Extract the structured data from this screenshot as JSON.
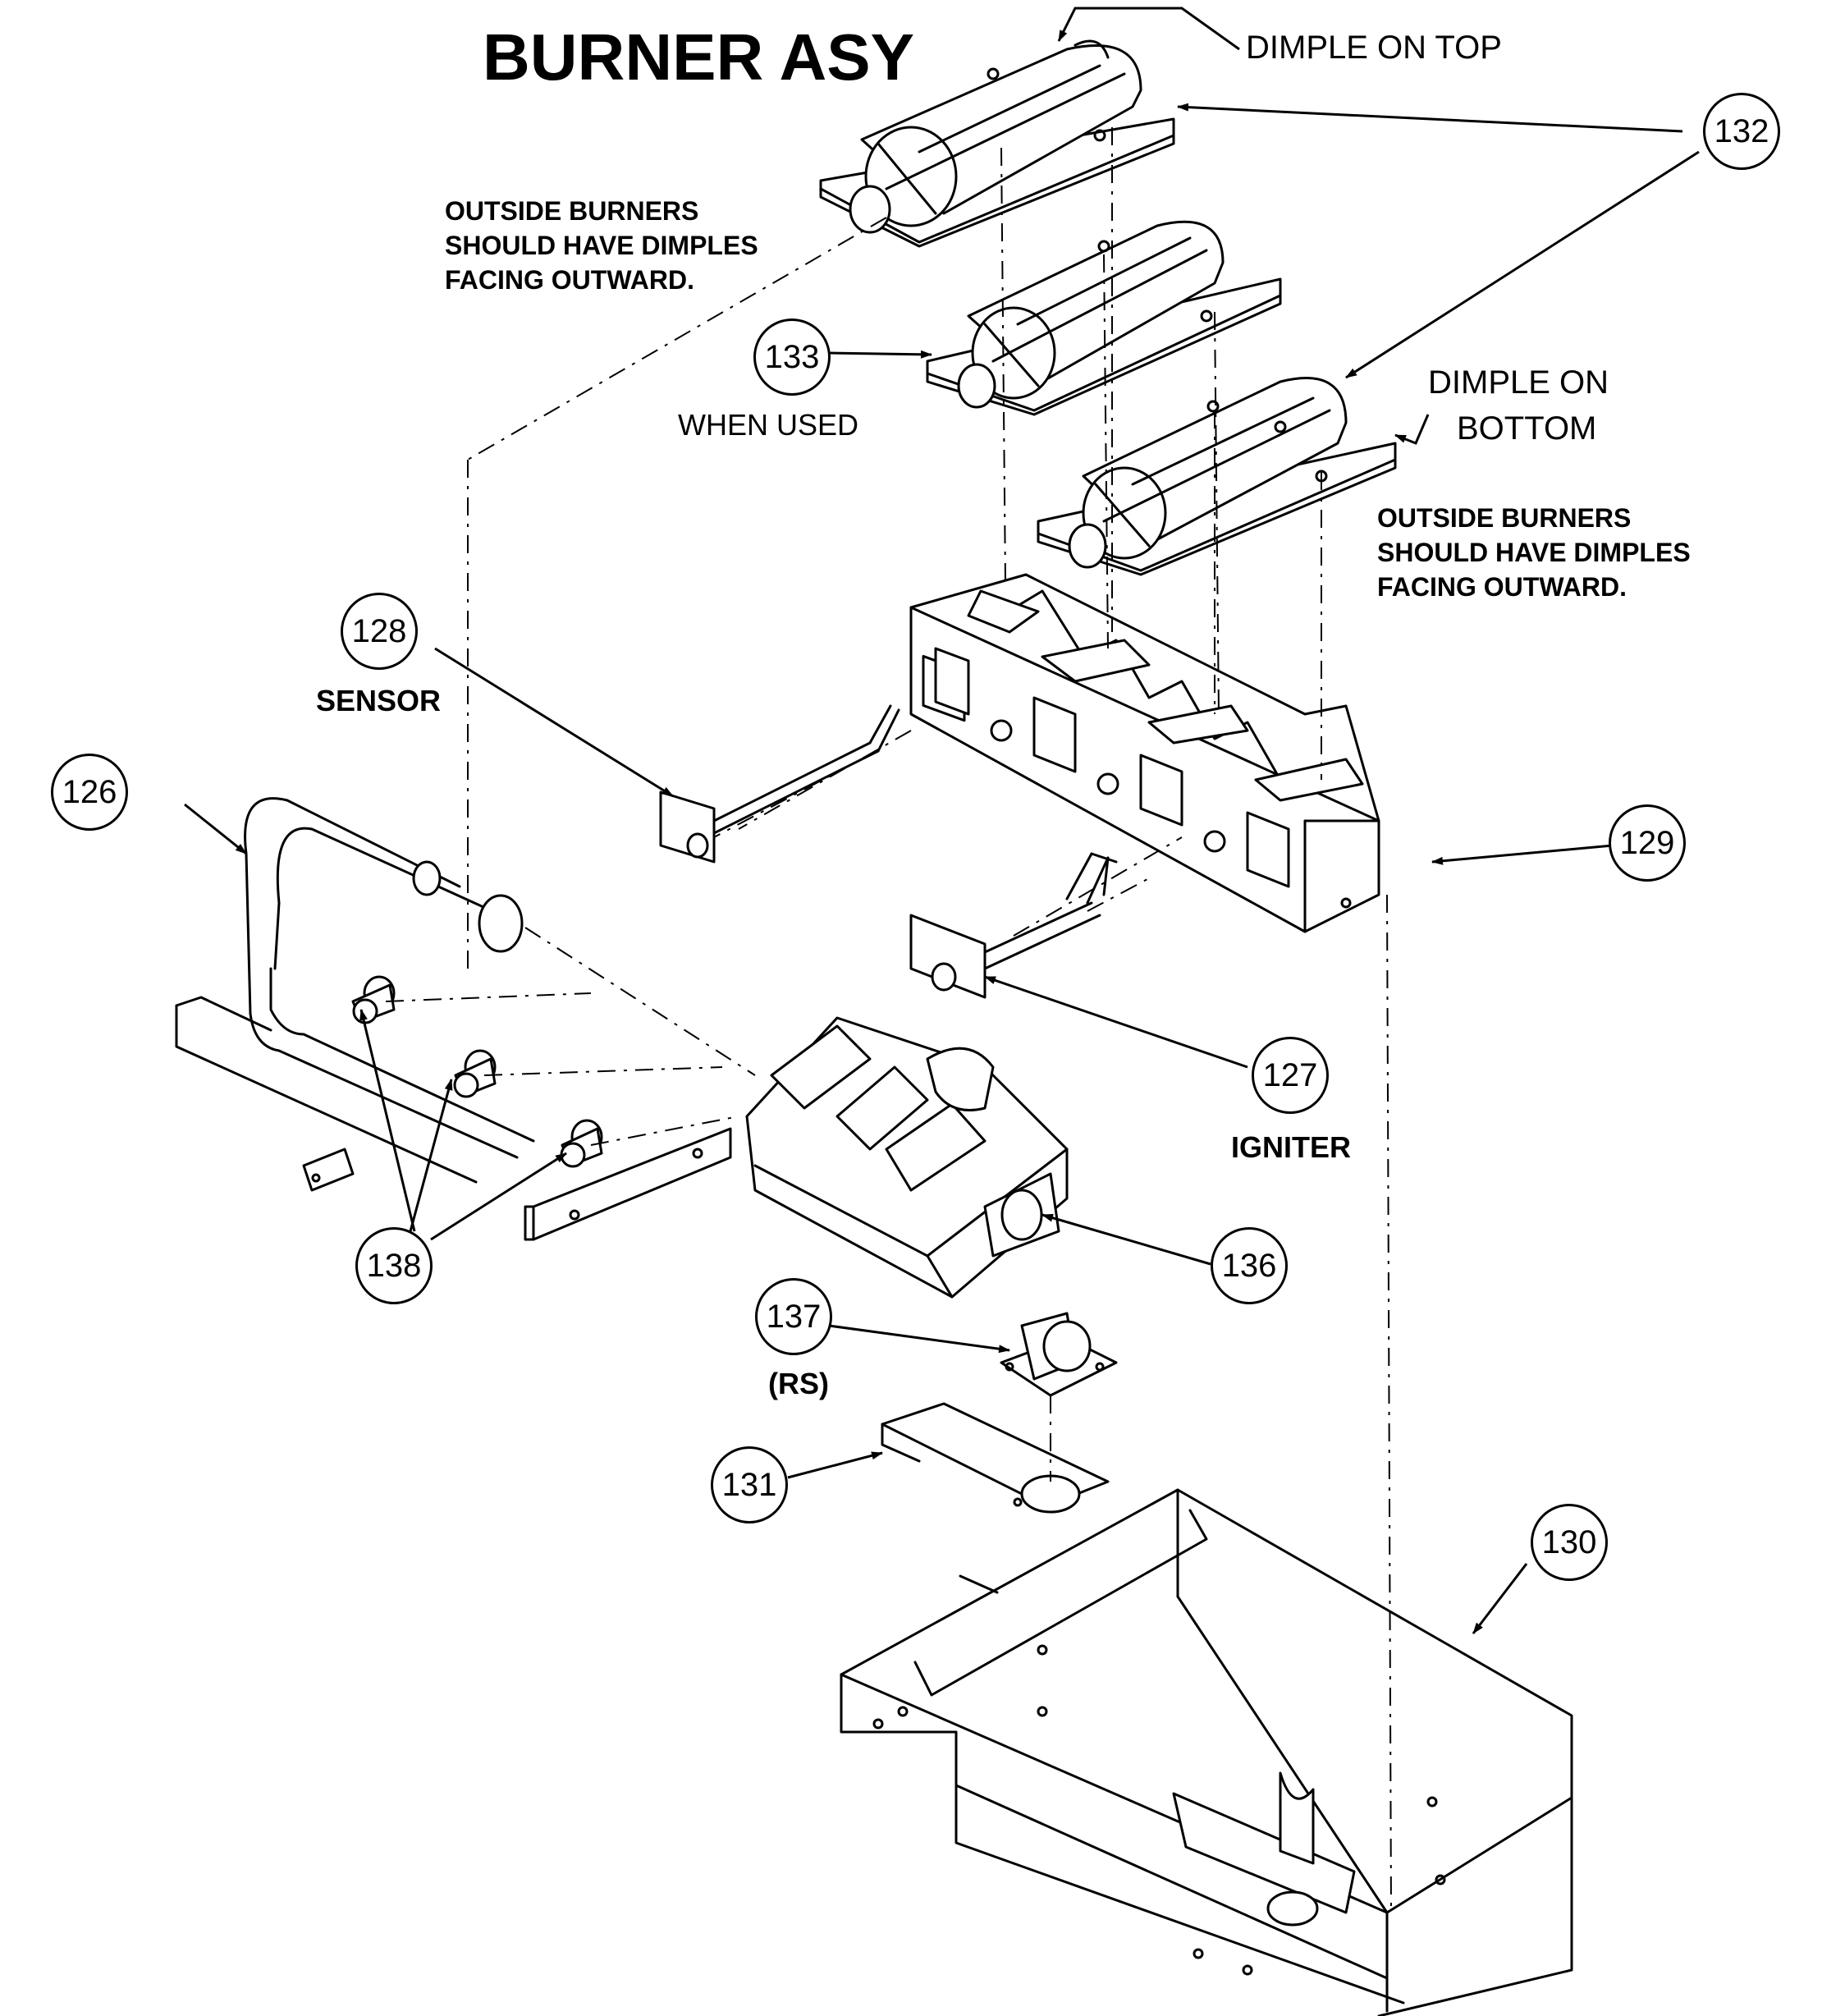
{
  "title": "BURNER ASY",
  "notes": {
    "dimple_top": "DIMPLE ON TOP",
    "dimple_bottom_line1": "DIMPLE ON",
    "dimple_bottom_line2": "BOTTOM",
    "outside_left_line1": "OUTSIDE BURNERS",
    "outside_left_line2": "SHOULD HAVE DIMPLES",
    "outside_left_line3": "FACING OUTWARD.",
    "outside_right_line1": "OUTSIDE BURNERS",
    "outside_right_line2": "SHOULD HAVE DIMPLES",
    "outside_right_line3": "FACING OUTWARD.",
    "when_used": "WHEN USED",
    "sensor": "SENSOR",
    "igniter": "IGNITER",
    "rs": "(RS)"
  },
  "callouts": [
    {
      "id": "132"
    },
    {
      "id": "133"
    },
    {
      "id": "128"
    },
    {
      "id": "126"
    },
    {
      "id": "129"
    },
    {
      "id": "127"
    },
    {
      "id": "136"
    },
    {
      "id": "138"
    },
    {
      "id": "137"
    },
    {
      "id": "131"
    },
    {
      "id": "130"
    }
  ]
}
